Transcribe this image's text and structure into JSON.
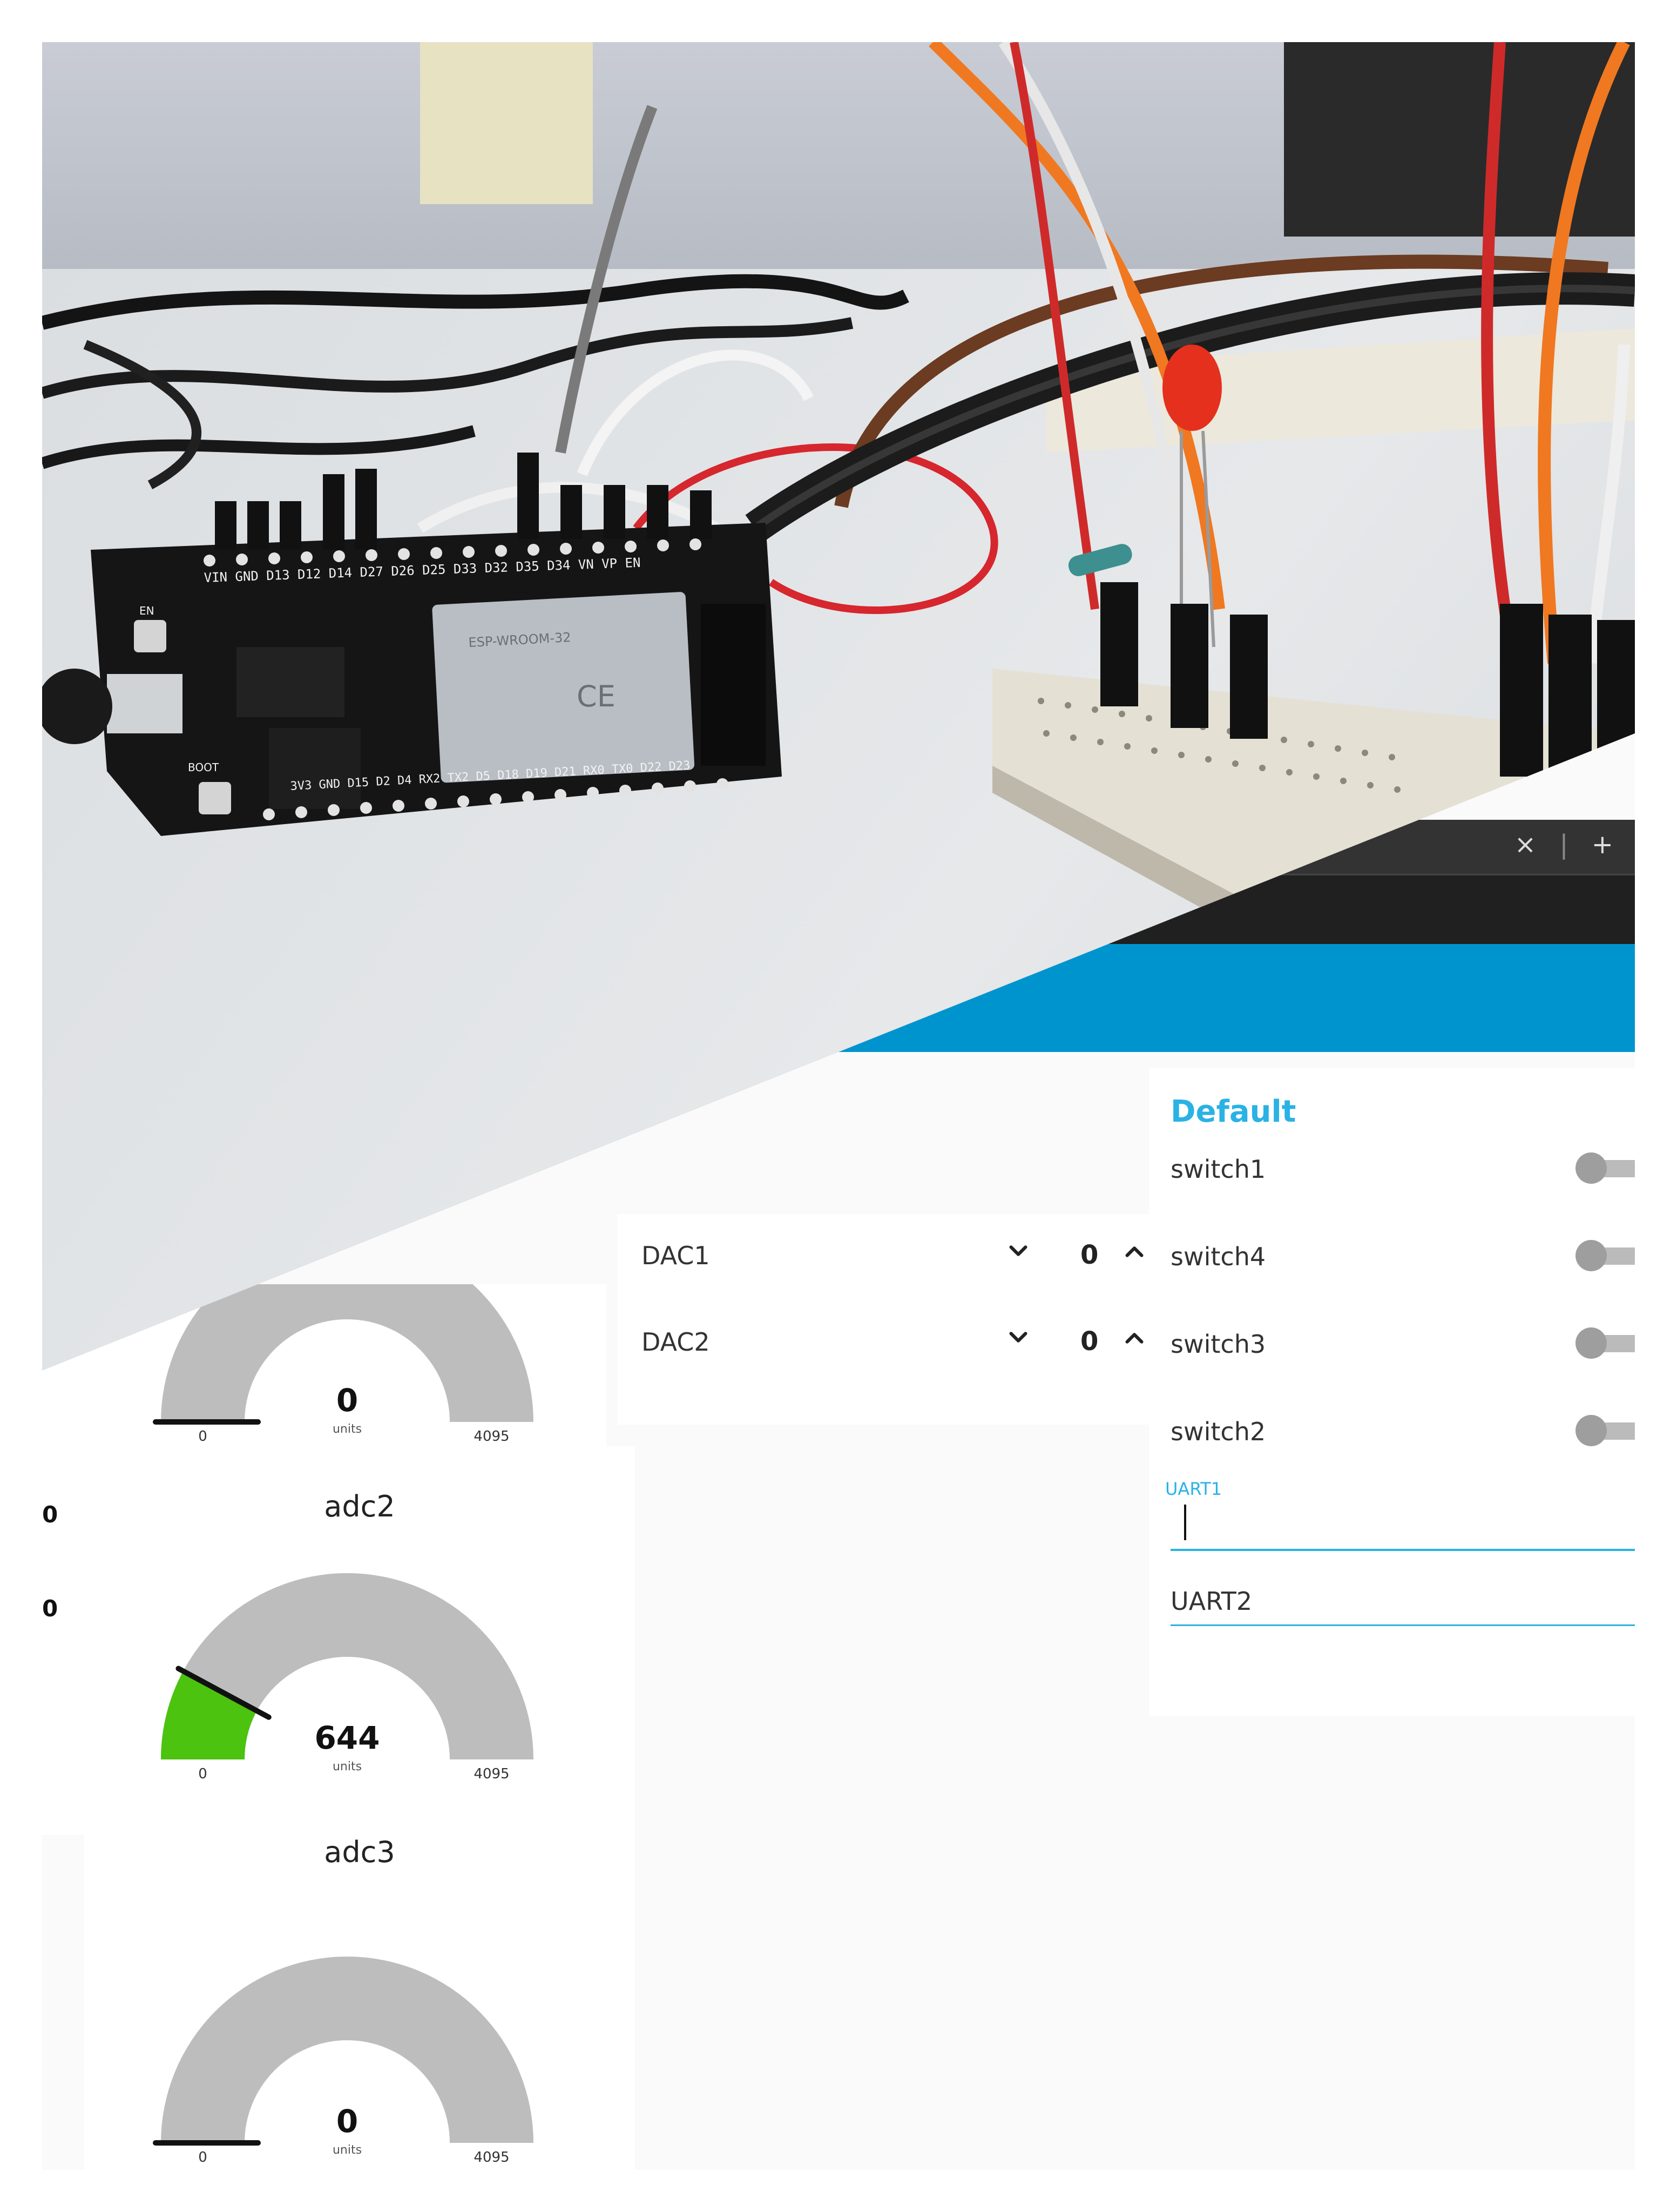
{
  "browser": {
    "close_icon": "×",
    "separator": "|",
    "new_tab_icon": "+"
  },
  "dac_group": {
    "rows": [
      {
        "label": "DAC1",
        "value": "0",
        "down_icon": "chevron-down-icon",
        "up_icon": "chevron-up-icon"
      },
      {
        "label": "DAC2",
        "value": "0",
        "down_icon": "chevron-down-icon",
        "up_icon": "chevron-up-icon"
      }
    ]
  },
  "default_group": {
    "title": "Default",
    "switches": [
      {
        "label": "switch1",
        "on": false
      },
      {
        "label": "switch4",
        "on": false
      },
      {
        "label": "switch3",
        "on": false
      },
      {
        "label": "switch2",
        "on": false
      }
    ],
    "uart1": {
      "label": "UART1",
      "value": ""
    },
    "uart2": {
      "label": "UART2",
      "value": ""
    }
  },
  "gauges": {
    "adc1": {
      "title": "",
      "value": "0",
      "units": "units",
      "min": "0",
      "max": "4095",
      "level": 0
    },
    "adc2": {
      "title": "adc2",
      "value": "644",
      "units": "units",
      "min": "0",
      "max": "4095",
      "level": 644
    },
    "adc3": {
      "title": "adc3",
      "value": "0",
      "units": "units",
      "min": "0",
      "max": "4095",
      "level": 0
    }
  },
  "left_edge": {
    "value_a": "0",
    "value_b": "0"
  },
  "photo": {
    "board_top_pins": "VIN GND D13 D12 D14 D27 D26 D25 D33 D32 D35 D34 VN VP EN",
    "board_bottom_pins": "3V3 GND D15 D2 D4 RX2 TX2 D5 D18 D19 D21 RX0 TX0 D22 D23",
    "button_en": "EN",
    "button_boot": "BOOT",
    "module_label": "ESP-WROOM-32",
    "ce_mark": "CE"
  },
  "colors": {
    "accent": "#2ab2e4",
    "header": "#0094ce",
    "gauge_fill": "#4bc30f",
    "gauge_track": "#bdbdbd"
  }
}
